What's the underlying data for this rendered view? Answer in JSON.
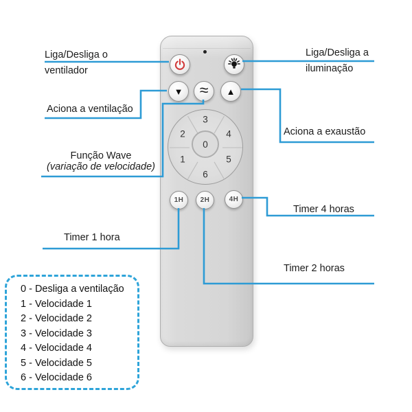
{
  "colors": {
    "line_blue": "#2d9bd5",
    "legend_border_blue": "#2ea4d9",
    "power_red": "#d13b3b",
    "remote_gray": "#d6d6d6"
  },
  "annotations": {
    "fan_power": {
      "line1": "Liga/Desliga o",
      "line2": "ventilador"
    },
    "light_power": {
      "line1": "Liga/Desliga a",
      "line2": "iluminação"
    },
    "ventilation": "Aciona a ventilação",
    "exhaust": "Aciona a exaustão",
    "wave": {
      "line1": "Função Wave",
      "line2": "(variação de velocidade)"
    },
    "timer1": "Timer 1 hora",
    "timer2": "Timer 2 horas",
    "timer4": "Timer 4 horas"
  },
  "remote": {
    "glyphs": {
      "down": "▼",
      "up": "▲",
      "wave": "≈"
    },
    "dial": {
      "numbers": [
        "0",
        "1",
        "2",
        "3",
        "4",
        "5",
        "6"
      ]
    },
    "timers": [
      "1H",
      "2H",
      "4H"
    ]
  },
  "legend": {
    "items": [
      "0 - Desliga a ventilação",
      "1 - Velocidade 1",
      "2 - Velocidade 2",
      "3 - Velocidade 3",
      "4 - Velocidade 4",
      "5 - Velocidade 5",
      "6 - Velocidade 6"
    ]
  }
}
